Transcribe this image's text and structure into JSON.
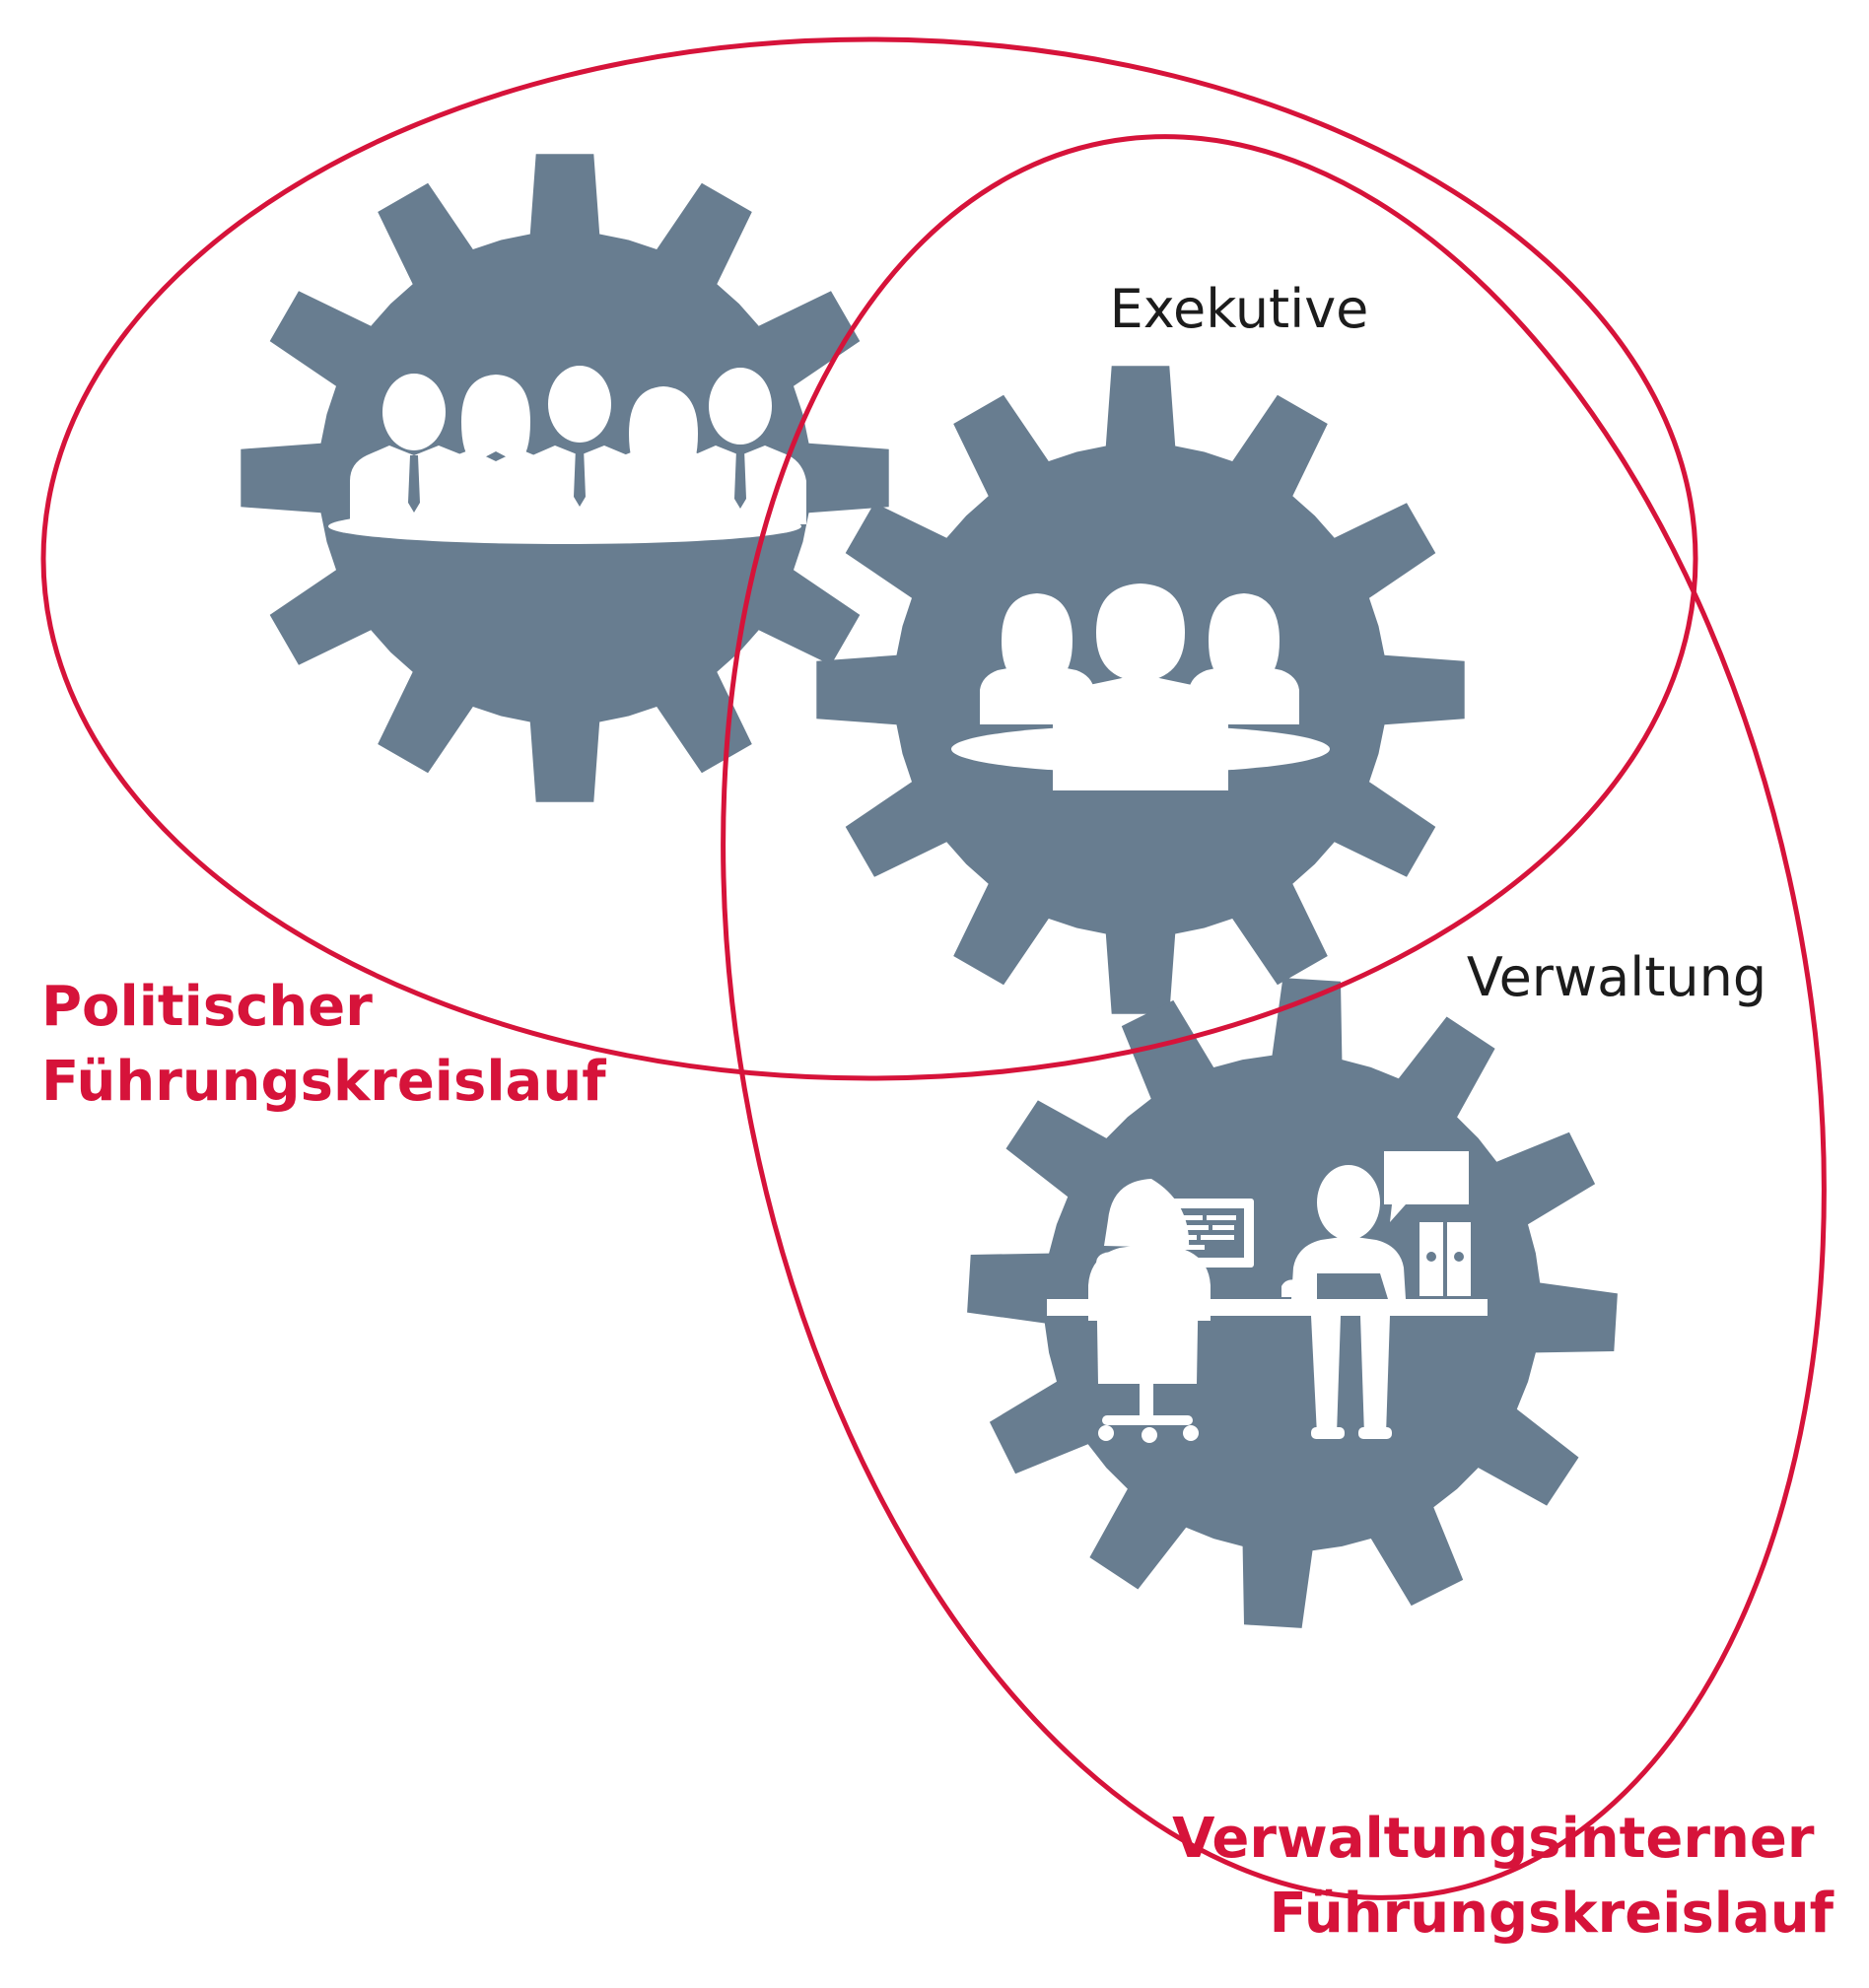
{
  "labels": {
    "exekutive": "Exekutive",
    "verwaltung": "Verwaltung",
    "political_cycle": [
      "Politischer",
      "Führungskreislauf"
    ],
    "internal_cycle": [
      "Verwaltungsinterner",
      "Führungskreislauf"
    ]
  },
  "colors": {
    "gear": "#687d90",
    "outline": "#d6133a",
    "icon": "#ffffff"
  },
  "icons": {
    "parliament_gear": "parliament-group-icon",
    "executive_gear": "executive-meeting-icon",
    "administration_gear": "office-workers-icon"
  }
}
